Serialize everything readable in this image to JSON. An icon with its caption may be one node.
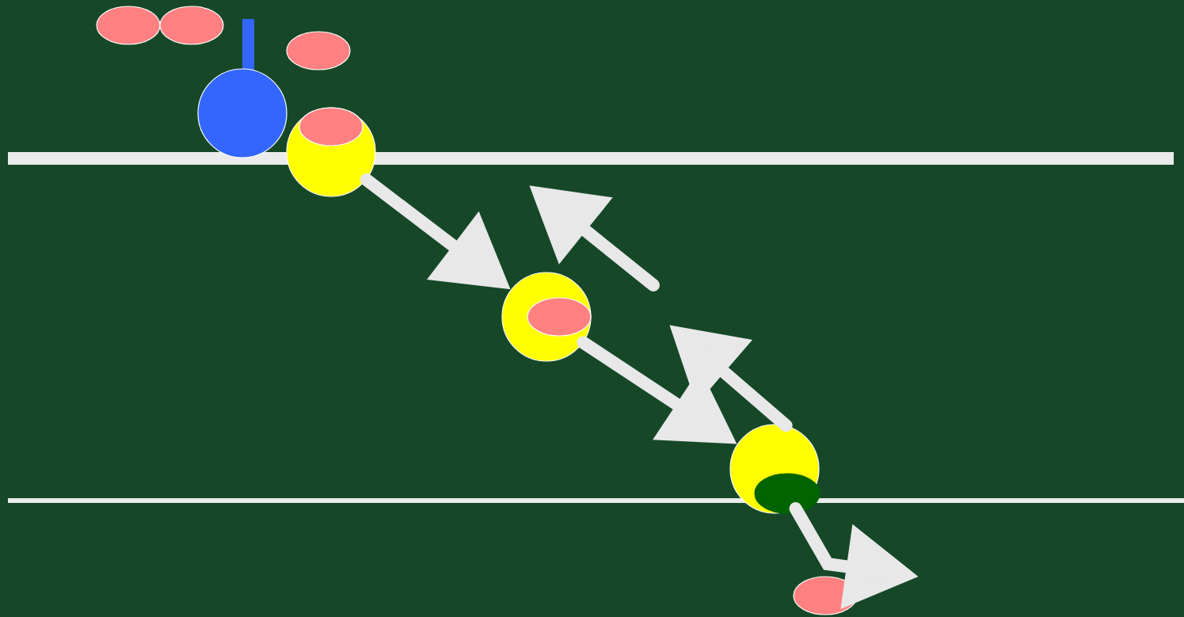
{
  "diagram": {
    "nodes": [
      {
        "text": [],
        "shape": "ellipse"
      },
      {
        "text": [],
        "shape": "ellipse"
      },
      {
        "text": [],
        "shape": "ellipse"
      },
      {
        "text": [],
        "shape": "circle"
      },
      {
        "text": [],
        "shape": "circle"
      },
      {
        "text": [],
        "shape": "ellipse",
        "in": 4
      },
      {
        "text": [],
        "shape": "circle"
      },
      {
        "text": [],
        "shape": "ellipse",
        "in": 6
      },
      {
        "text": [],
        "shape": "circle"
      },
      {
        "text": [],
        "shape": "ellipse",
        "in": 8
      },
      {
        "text": [],
        "shape": "ellipse"
      }
    ],
    "edges": [
      {
        "from": 4,
        "to": 6,
        "arrow": "to"
      },
      {
        "from": 6,
        "to": 8,
        "arrow": "to"
      },
      {
        "from": 8,
        "to": null,
        "arrow": "to"
      },
      {
        "from": 8,
        "to": 10,
        "arrow": "to"
      }
    ]
  }
}
